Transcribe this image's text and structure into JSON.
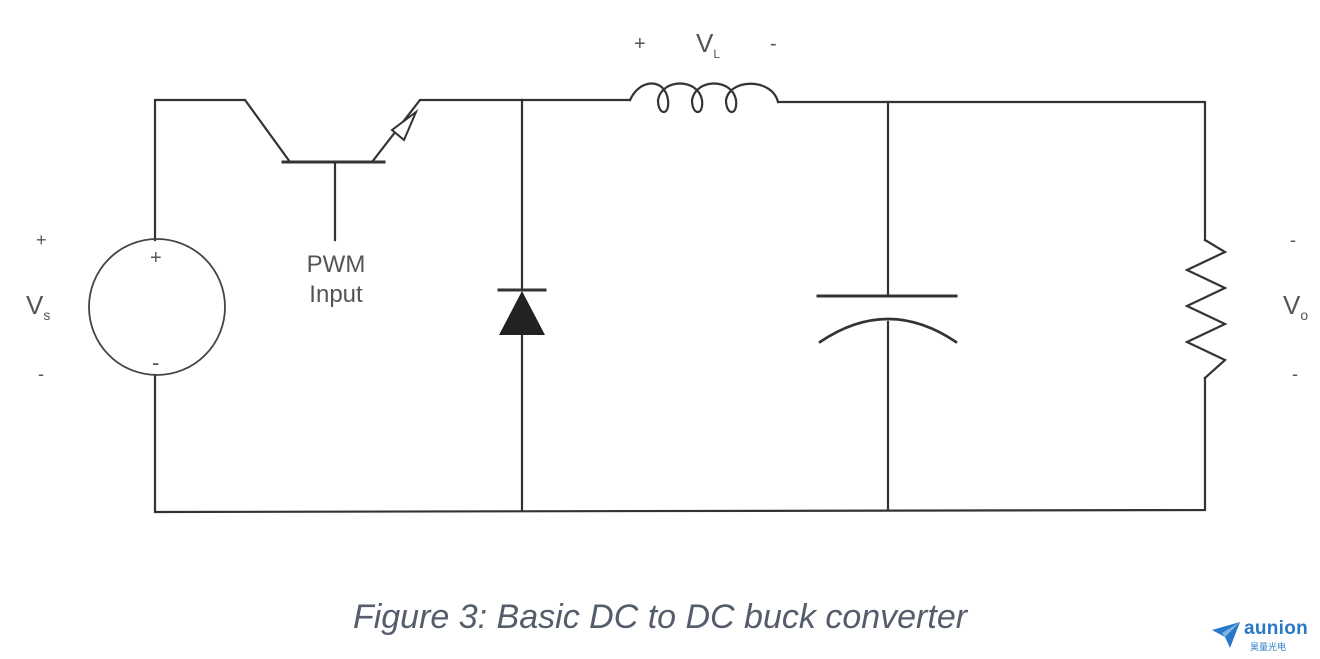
{
  "figure": {
    "caption": "Figure 3: Basic DC to DC buck converter"
  },
  "labels": {
    "source_plus_outer": "+",
    "source_minus_outer": "-",
    "source_name": "V",
    "source_sub": "s",
    "source_plus_inner": "+",
    "source_minus_inner": "-",
    "pwm_line1": "PWM",
    "pwm_line2": "Input",
    "inductor_plus": "+",
    "inductor_name": "V",
    "inductor_sub": "L",
    "inductor_minus": "-",
    "output_plus": "-",
    "output_name": "V",
    "output_sub": "o",
    "output_minus": "-"
  },
  "logo": {
    "word": "aunion",
    "sub": "昊量光电",
    "icon": "paper-plane-icon",
    "color": "#2a78c8"
  }
}
